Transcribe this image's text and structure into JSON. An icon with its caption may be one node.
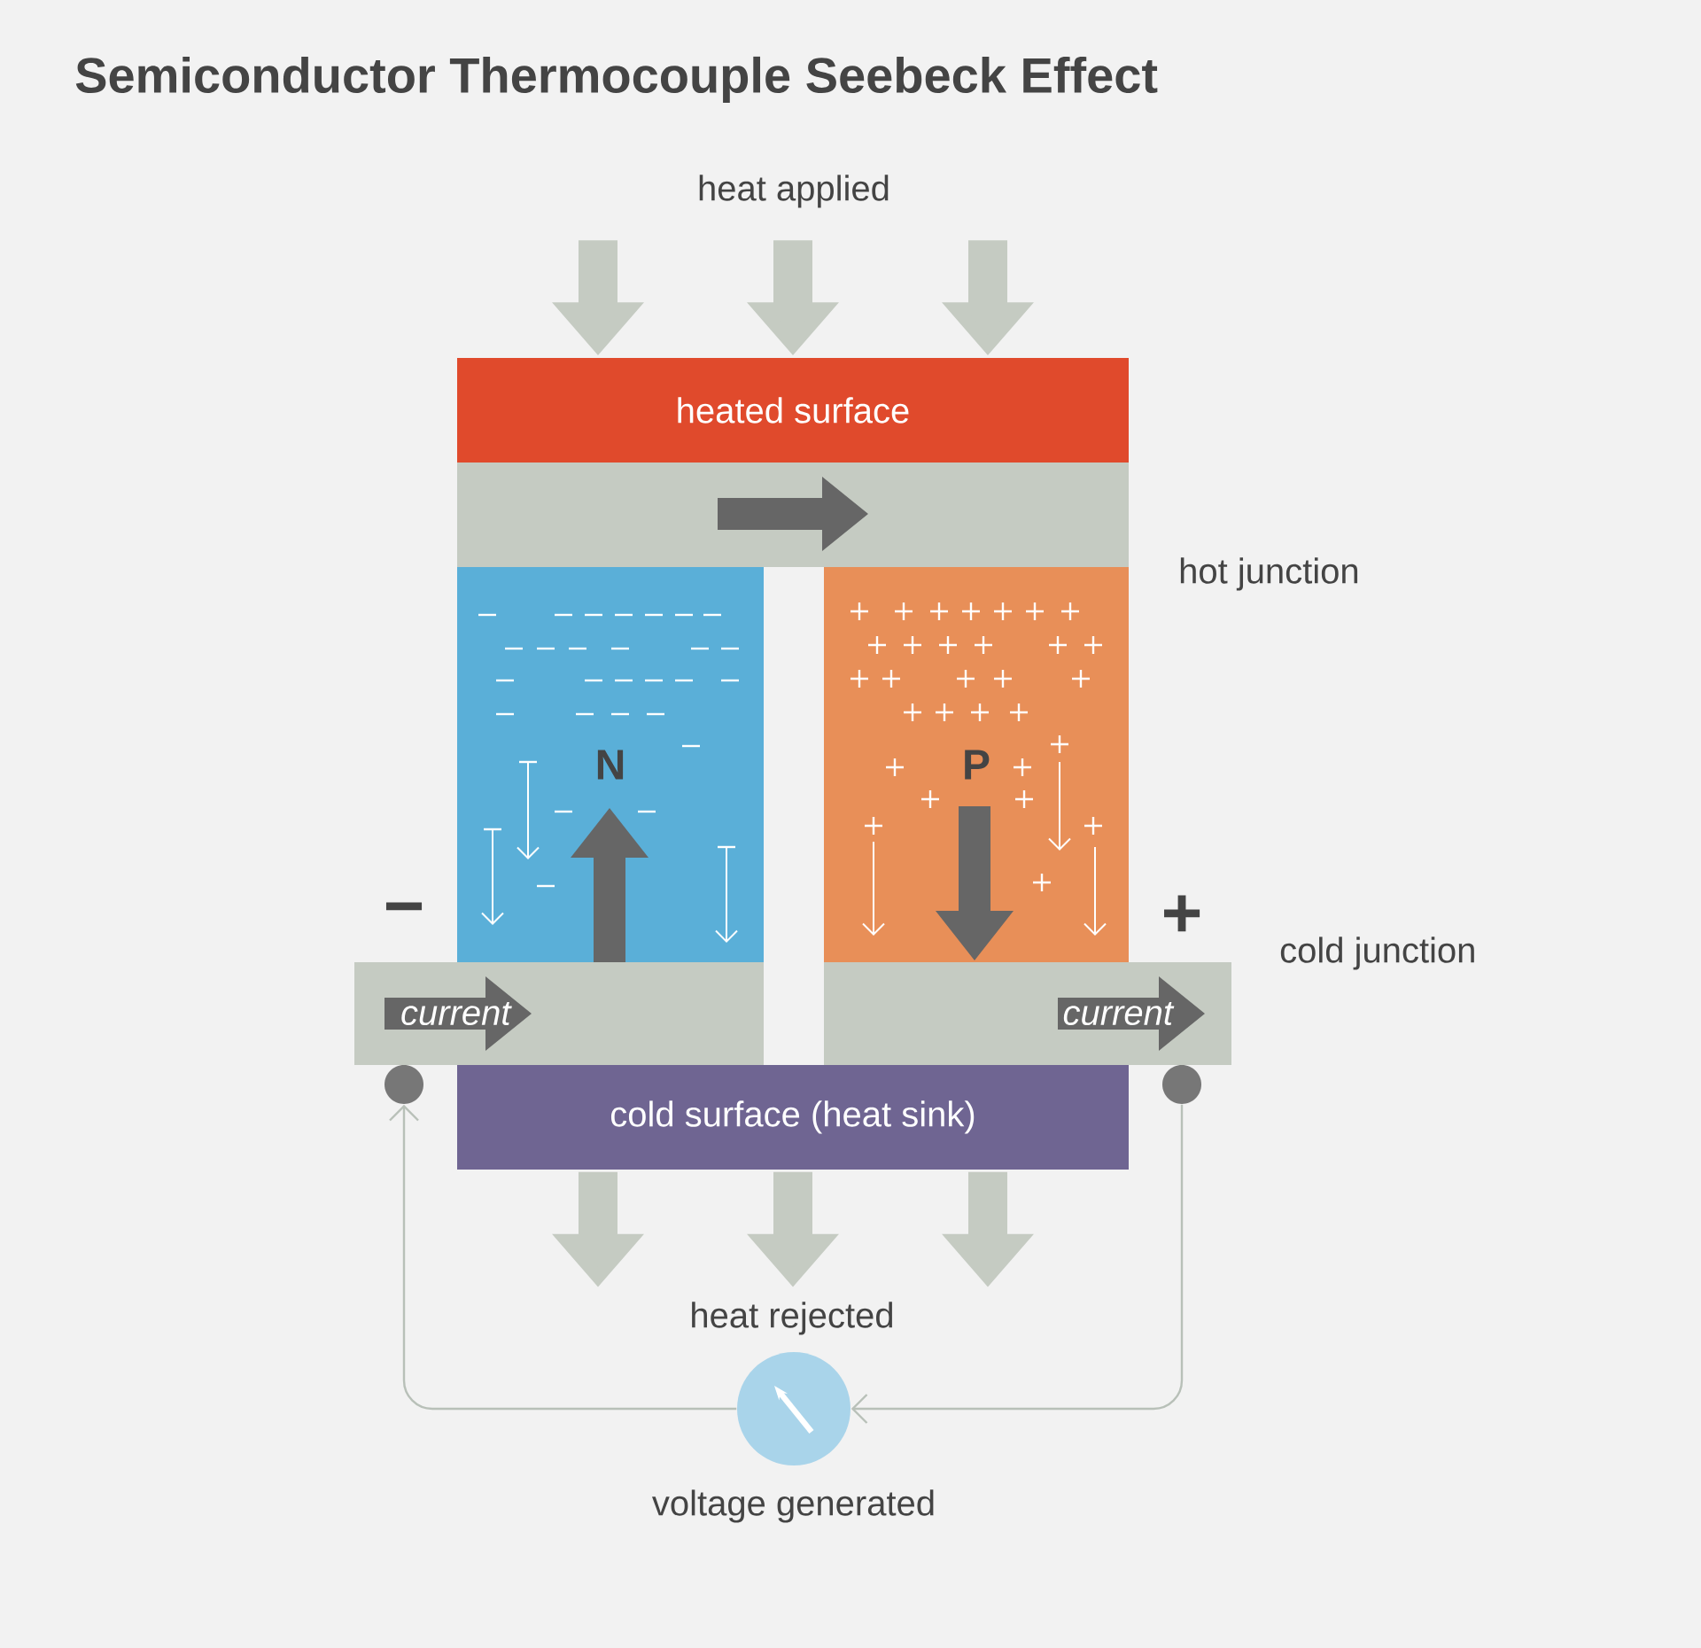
{
  "diagram": {
    "title": "Semiconductor Thermocouple Seebeck Effect",
    "nodes": [
      {
        "text": [
          "heated surface"
        ]
      },
      {
        "text": [],
        "shape": "bar"
      },
      {
        "text": [
          "N"
        ]
      },
      {
        "text": [
          "P"
        ]
      },
      {
        "text": [
          "current"
        ]
      },
      {
        "text": [
          "current"
        ]
      },
      {
        "text": [
          "cold surface (heat sink)"
        ]
      },
      {
        "text": [],
        "shape": "circle"
      },
      {
        "text": [],
        "shape": "circle"
      },
      {
        "text": [],
        "shape": "circle",
        "beside": [
          "voltage generated"
        ]
      }
    ],
    "edges": [
      {
        "from": 9,
        "to": 7,
        "arrow": "to"
      },
      {
        "from": 8,
        "to": 9,
        "arrow": "to"
      },
      {
        "from": null,
        "to": 0,
        "arrow": "to"
      },
      {
        "from": null,
        "to": 0,
        "arrow": "to"
      },
      {
        "from": null,
        "to": 0,
        "arrow": "to"
      },
      {
        "from": 6,
        "to": null,
        "arrow": "to"
      },
      {
        "from": 6,
        "to": null,
        "arrow": "to"
      },
      {
        "from": 6,
        "to": null,
        "arrow": "to"
      }
    ],
    "labels": [
      "heat applied",
      "hot junction",
      "−",
      "+",
      "cold junction",
      "heat rejected"
    ]
  }
}
